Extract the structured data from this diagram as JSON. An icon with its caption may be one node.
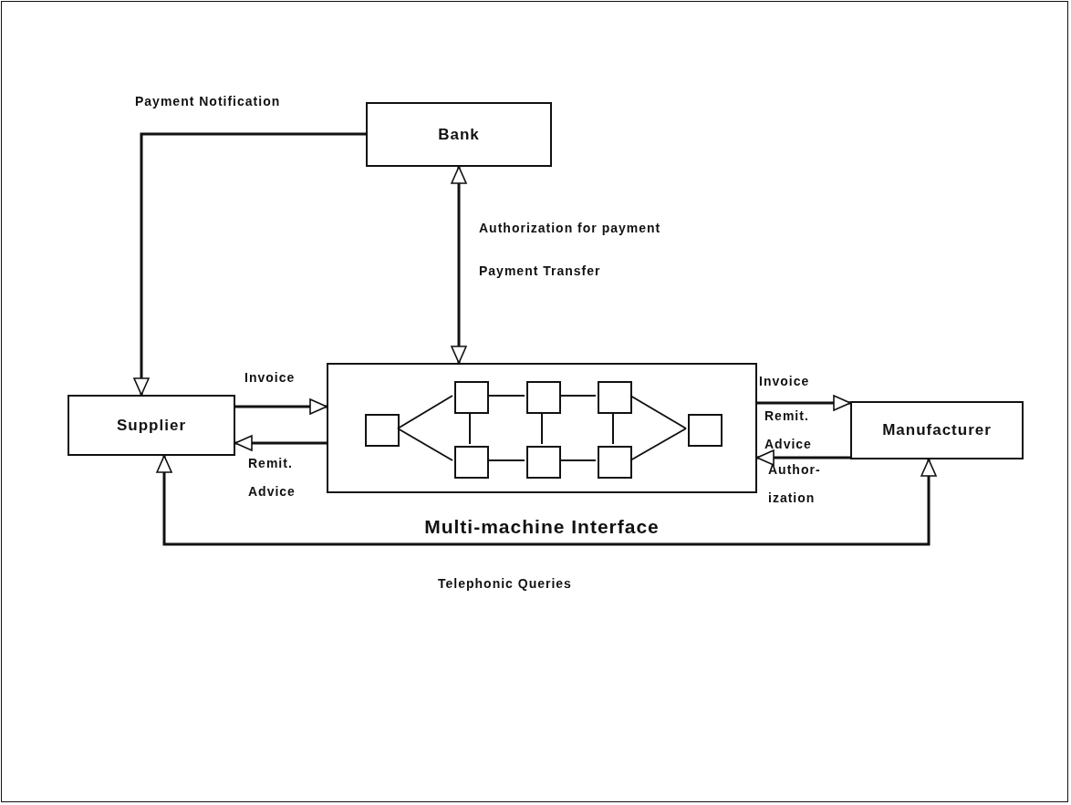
{
  "diagram": {
    "nodes": [
      {
        "text": [
          "Bank"
        ]
      },
      {
        "text": [
          "Supplier"
        ]
      },
      {
        "text": [],
        "shape": "box",
        "beside": [
          "Multi-machine Interface"
        ]
      },
      {
        "text": [
          "Manufacturer"
        ]
      },
      {
        "text": [],
        "shape": "box",
        "in": 2
      },
      {
        "text": [],
        "shape": "box",
        "in": 2
      },
      {
        "text": [],
        "shape": "box",
        "in": 2
      },
      {
        "text": [],
        "shape": "box",
        "in": 2
      },
      {
        "text": [],
        "shape": "box",
        "in": 2
      },
      {
        "text": [],
        "shape": "box",
        "in": 2
      },
      {
        "text": [],
        "shape": "box",
        "in": 2
      },
      {
        "text": [],
        "shape": "box",
        "in": 2
      }
    ],
    "edges": [
      {
        "from": 0,
        "to": 1,
        "arrow": "to",
        "label": "Payment Notification"
      },
      {
        "from": 0,
        "to": 2,
        "arrow": "both",
        "label": "Authorization for payment"
      },
      {
        "from": 1,
        "to": 2,
        "arrow": "to",
        "label": "Invoice"
      },
      {
        "from": 2,
        "to": 1,
        "arrow": "to",
        "label": "Remit. Advice"
      },
      {
        "from": 2,
        "to": 3,
        "arrow": "to",
        "label": "Invoice"
      },
      {
        "from": 3,
        "to": 2,
        "arrow": "to",
        "label": "Remit. Advice"
      },
      {
        "from": 1,
        "to": 3,
        "arrow": "both",
        "label": "Telephonic Queries"
      },
      {
        "from": 4,
        "to": 5,
        "arrow": "none"
      },
      {
        "from": 4,
        "to": 6,
        "arrow": "none"
      },
      {
        "from": 5,
        "to": 6,
        "arrow": "none"
      },
      {
        "from": 5,
        "to": 7,
        "arrow": "none"
      },
      {
        "from": 6,
        "to": 8,
        "arrow": "none"
      },
      {
        "from": 7,
        "to": 8,
        "arrow": "none"
      },
      {
        "from": 7,
        "to": 9,
        "arrow": "none"
      },
      {
        "from": 8,
        "to": 10,
        "arrow": "none"
      },
      {
        "from": 9,
        "to": 10,
        "arrow": "none"
      },
      {
        "from": 9,
        "to": 11,
        "arrow": "none"
      },
      {
        "from": 10,
        "to": 11,
        "arrow": "none"
      }
    ],
    "labels": [
      "Payment Transfer",
      "Author- ization"
    ]
  }
}
